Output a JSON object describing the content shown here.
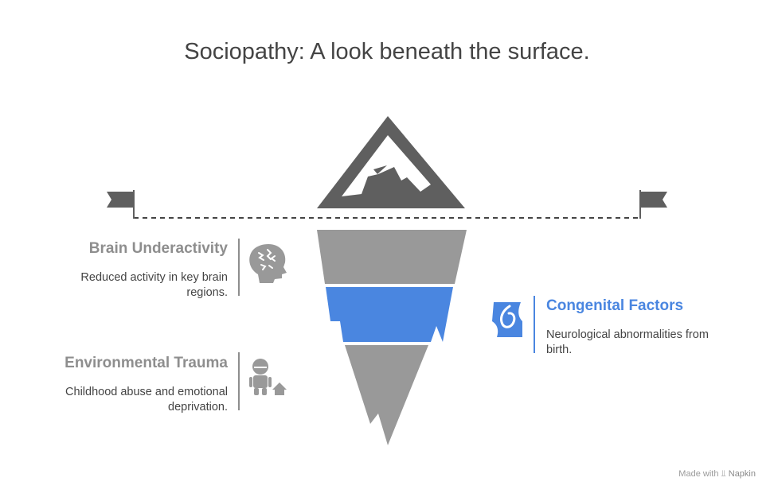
{
  "title": "Sociopathy: A look beneath the surface.",
  "items": [
    {
      "heading": "Brain Underactivity",
      "description": "Reduced activity in key brain regions.",
      "icon": "brain-icon",
      "color": "#8e8e8e"
    },
    {
      "heading": "Congenital Factors",
      "description": "Neurological abnormalities from birth.",
      "icon": "intestine-icon",
      "color": "#4a86e0"
    },
    {
      "heading": "Environmental Trauma",
      "description": "Childhood abuse and emotional deprivation.",
      "icon": "child-home-icon",
      "color": "#8e8e8e"
    }
  ],
  "colors": {
    "mountain": "#5f5f5f",
    "iceberg_gray": "#999999",
    "iceberg_blue": "#4a86e0",
    "flag": "#5f5f5f"
  },
  "footer": {
    "made_with": "Made with",
    "brand": "Napkin"
  }
}
